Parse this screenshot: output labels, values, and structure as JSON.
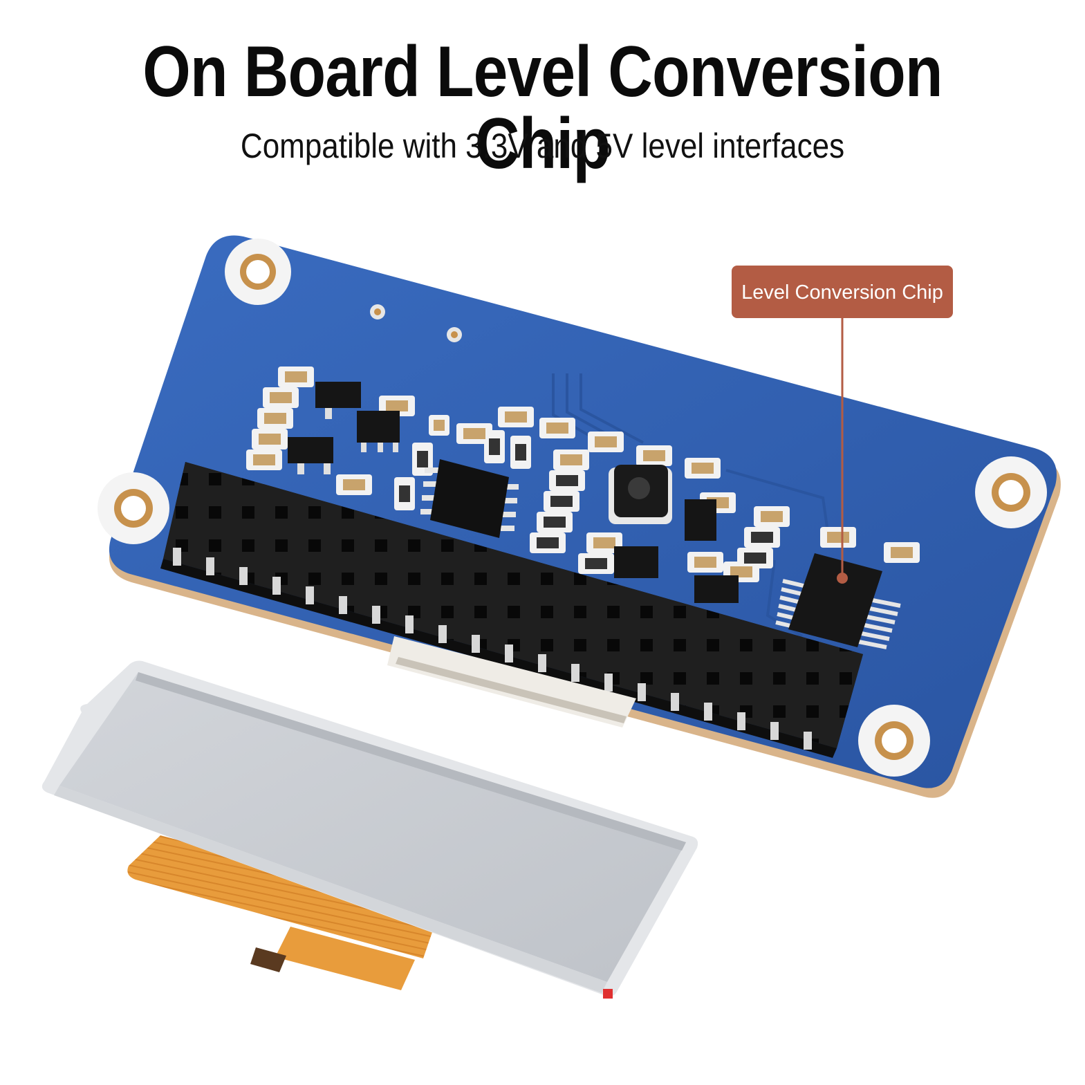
{
  "heading": {
    "title": "On Board Level Conversion Chip",
    "subtitle": "Compatible with 3.3V and 5V level interfaces"
  },
  "callout": {
    "label": "Level Conversion Chip",
    "color": "#b35c44"
  },
  "colors": {
    "pcb": "#2f5fb0",
    "pcb_edge": "#d9b48a",
    "header": "#1e1e1e",
    "pin": "#e9e9e9",
    "display": "#c7cbd1",
    "fpc": "#e79a3a"
  }
}
